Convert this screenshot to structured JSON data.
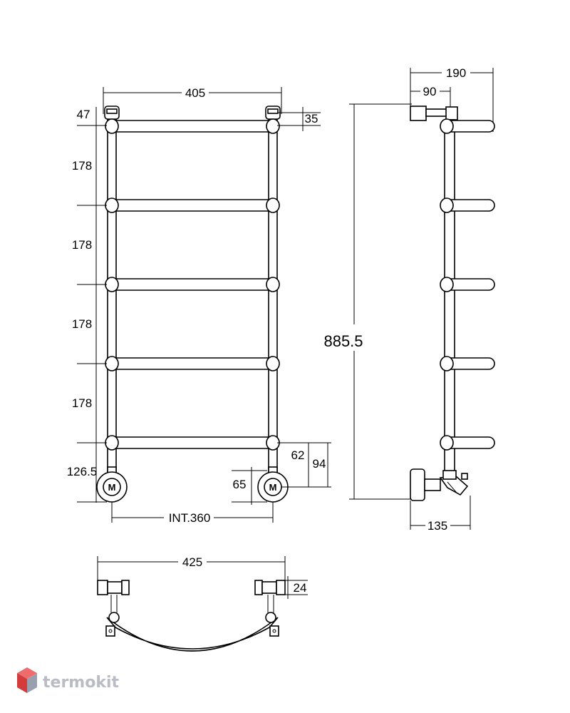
{
  "front_view": {
    "width_overall": "405",
    "top_offset": "47",
    "cap_height": "35",
    "spacings": [
      "178",
      "178",
      "178",
      "178"
    ],
    "bottom_offset": "126.5",
    "bottom_62": "62",
    "bottom_94": "94",
    "valve_65": "65",
    "interaxis": "INT.360",
    "valve_mark": "M"
  },
  "side_view": {
    "height_total": "885.5",
    "depth_total": "190",
    "depth_wall": "90",
    "valve_depth": "135"
  },
  "plan_view": {
    "width": "425",
    "bracket": "24"
  },
  "logo": {
    "text": "termokit",
    "colors": {
      "top": "#f06b6b",
      "left": "#d23c3c",
      "right": "#9a9fb0"
    }
  }
}
